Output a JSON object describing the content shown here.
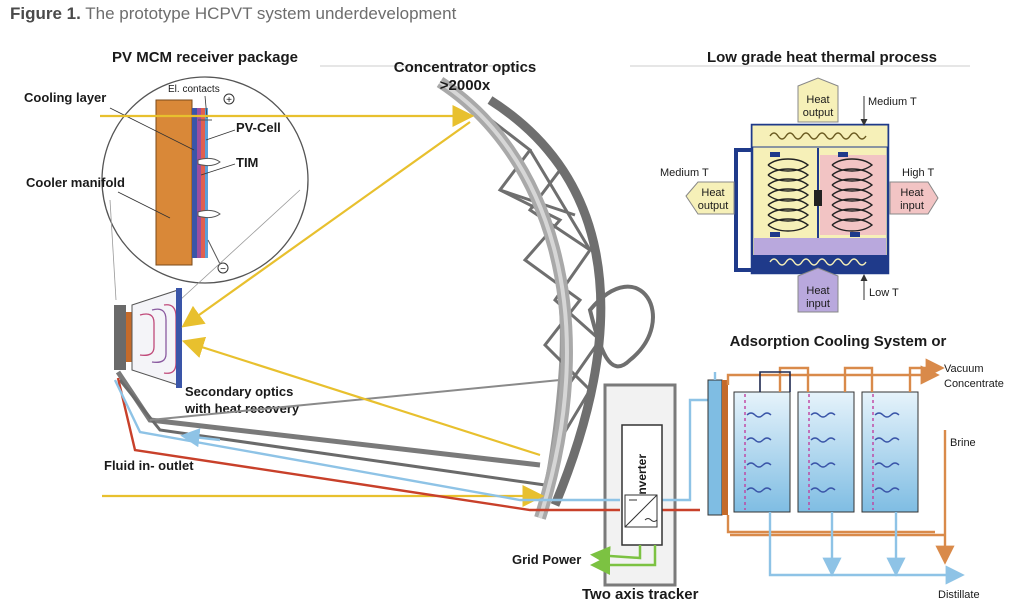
{
  "caption": {
    "figure_no": "Figure 1.",
    "text": "The prototype HCPVT system underdevelopment"
  },
  "receiver": {
    "title": "PV MCM receiver package",
    "cooling_layer": "Cooling layer",
    "el_contacts": "El. contacts",
    "pv_cell": "PV-Cell",
    "tim": "TIM",
    "cooler_manifold": "Cooler manifold",
    "plus": "+",
    "minus": "−"
  },
  "concentrator": {
    "line1": "Concentrator optics",
    "line2": ">2000x"
  },
  "secondary": {
    "line1": "Secondary optics",
    "line2": "with heat recovery"
  },
  "fluid": "Fluid in- outlet",
  "inverter": "Inverter",
  "grid": "Grid Power",
  "tracker": "Two axis tracker",
  "thermal": {
    "title": "Low grade heat thermal process",
    "heat_output_top": [
      "Heat",
      "output"
    ],
    "heat_output_left": [
      "Heat",
      "output"
    ],
    "heat_input_right": [
      "Heat",
      "input"
    ],
    "heat_input_bottom": [
      "Heat",
      "input"
    ],
    "medium_t_top": "Medium T",
    "medium_t_left": "Medium T",
    "high_t": "High T",
    "low_t": "Low T"
  },
  "adsorption": {
    "title": "Adsorption Cooling System or",
    "vacuum": "Vacuum",
    "concentrate": "Concentrate",
    "brine": "Brine",
    "distillate": "Distillate"
  },
  "colors": {
    "light_ray": "#e8c02e",
    "hot_line": "#c8402a",
    "cold_line": "#8ec3e6",
    "orange_pipe": "#d98a4a",
    "dish": "#8a8a8a",
    "grid_green": "#7cc242",
    "thermal_blue": "#1f3a8a",
    "thermal_pink": "#f2c4c4",
    "thermal_yellow": "#f6f0b8",
    "thermal_purple": "#b9a8dd"
  }
}
